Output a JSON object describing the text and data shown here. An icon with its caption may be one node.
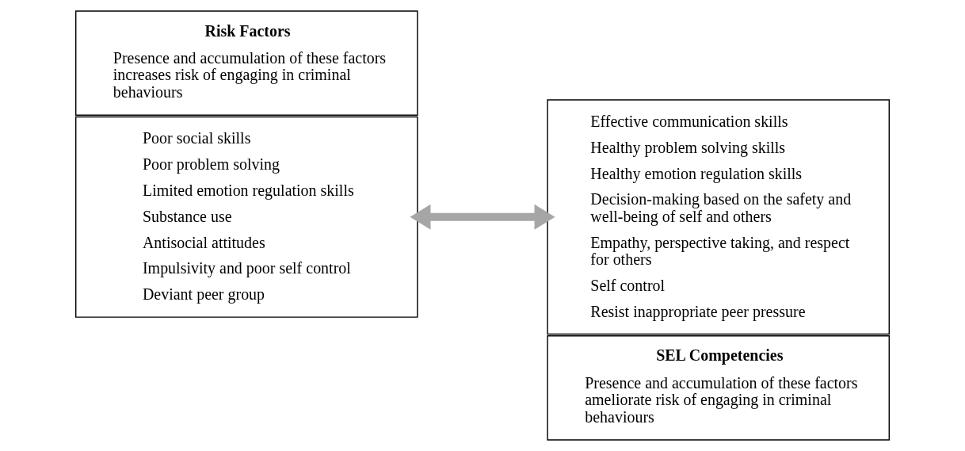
{
  "diagram": {
    "nodes": [
      {
        "text": [
          "Risk Factors",
          "Presence and accumulation of these factors increases risk of engaging in criminal behaviours"
        ]
      },
      {
        "text": [
          "Poor social skills",
          "Poor problem solving",
          "Limited emotion regulation skills",
          "Substance use",
          "Antisocial attitudes",
          "Impulsivity and poor self control",
          "Deviant peer group"
        ]
      },
      {
        "text": [
          "SEL Competencies",
          "Presence and accumulation of these factors ameliorate risk of engaging in criminal behaviours"
        ]
      },
      {
        "text": [
          "Effective communication skills",
          "Healthy problem solving skills",
          "Healthy emotion regulation skills",
          "Decision-making based on the safety and well-being of self and others",
          "Empathy, perspective taking, and respect for others",
          "Self control",
          "Resist inappropriate peer pressure"
        ]
      }
    ],
    "edges": [
      {
        "from": 1,
        "to": 3,
        "arrow": "both",
        "color": "#a6a6a6"
      }
    ]
  }
}
